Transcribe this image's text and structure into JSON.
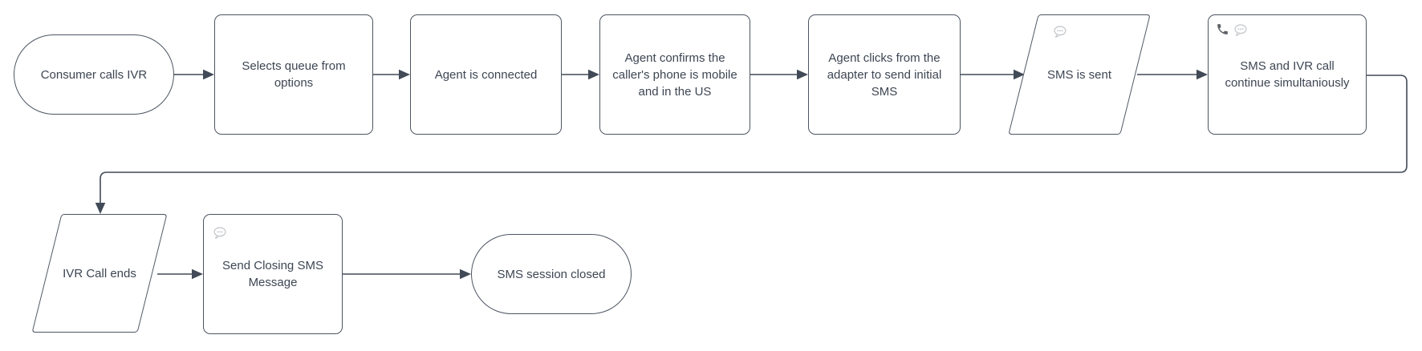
{
  "diagram": {
    "colors": {
      "shape_stroke": "#4d5562",
      "connector": "#414a56",
      "text": "#3d4653",
      "background": "#ffffff",
      "phone_icon": "#5f6368",
      "bubble_icon": "#c2c5c9"
    },
    "nodes": [
      {
        "id": "start",
        "shape": "stadium",
        "label": "Consumer calls IVR",
        "icons": []
      },
      {
        "id": "select-queue",
        "shape": "rectangle",
        "label": "Selects queue from options",
        "icons": []
      },
      {
        "id": "agent-connected",
        "shape": "rectangle",
        "label": "Agent is connected",
        "icons": []
      },
      {
        "id": "confirm-mobile",
        "shape": "rectangle",
        "label": "Agent confirms the caller's phone is mobile and in the US",
        "icons": []
      },
      {
        "id": "send-initial-sms",
        "shape": "rectangle",
        "label": "Agent clicks from the adapter to send initial SMS",
        "icons": []
      },
      {
        "id": "sms-sent",
        "shape": "parallelogram",
        "label": "SMS is sent",
        "icons": [
          "sms-bubble-icon"
        ]
      },
      {
        "id": "sms-ivr-continue",
        "shape": "rectangle",
        "label": "SMS and IVR call continue simultaniously",
        "icons": [
          "phone-icon",
          "sms-bubble-icon"
        ]
      },
      {
        "id": "ivr-call-ends",
        "shape": "parallelogram",
        "label": "IVR Call ends",
        "icons": []
      },
      {
        "id": "send-closing-sms",
        "shape": "rectangle",
        "label": "Send Closing SMS Message",
        "icons": [
          "sms-bubble-icon"
        ]
      },
      {
        "id": "sms-session-closed",
        "shape": "stadium",
        "label": "SMS session closed",
        "icons": []
      }
    ],
    "edges": [
      {
        "from": "start",
        "to": "select-queue"
      },
      {
        "from": "select-queue",
        "to": "agent-connected"
      },
      {
        "from": "agent-connected",
        "to": "confirm-mobile"
      },
      {
        "from": "confirm-mobile",
        "to": "send-initial-sms"
      },
      {
        "from": "send-initial-sms",
        "to": "sms-sent"
      },
      {
        "from": "sms-sent",
        "to": "sms-ivr-continue"
      },
      {
        "from": "sms-ivr-continue",
        "to": "ivr-call-ends"
      },
      {
        "from": "ivr-call-ends",
        "to": "send-closing-sms"
      },
      {
        "from": "send-closing-sms",
        "to": "sms-session-closed"
      }
    ]
  }
}
